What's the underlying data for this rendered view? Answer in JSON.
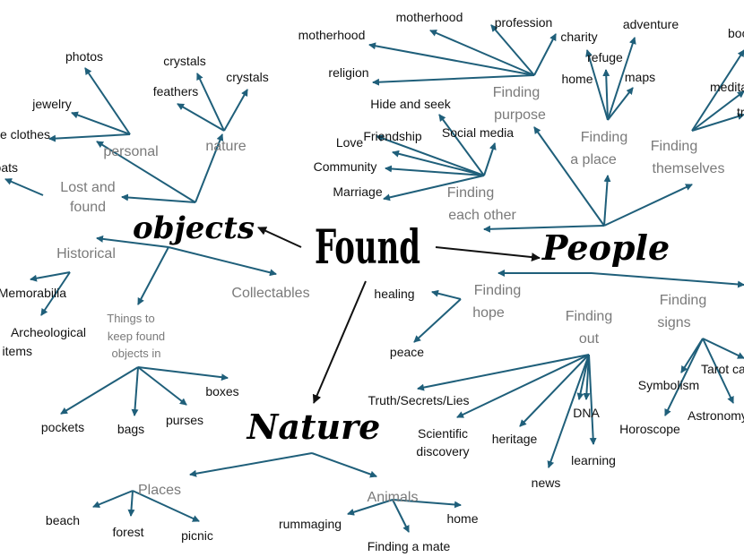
{
  "hub": "Found",
  "categories": {
    "objects": "objects",
    "people": "People",
    "nature": "Nature"
  },
  "objects": {
    "personal": "personal",
    "nature": "nature",
    "lost_found": [
      "Lost and",
      "found"
    ],
    "historical": "Historical",
    "collectables": "Collectables",
    "things": [
      "Things to",
      "keep found",
      "objects in"
    ],
    "leaves": {
      "photos": "photos",
      "jewelry": "jewelry",
      "vintage_clothes": "Vintage clothes",
      "boats": "boats",
      "crystals_a": "crystals",
      "crystals_b": "crystals",
      "feathers": "feathers",
      "memorabilia": "Memorabilia",
      "archeological": [
        "Archeological",
        "items"
      ],
      "pockets": "pockets",
      "bags": "bags",
      "purses": "purses",
      "boxes": "boxes"
    }
  },
  "people": {
    "purpose": [
      "Finding",
      "purpose"
    ],
    "place": [
      "Finding",
      "a place"
    ],
    "themselves": [
      "Finding",
      "themselves"
    ],
    "each_other": [
      "Finding",
      "each other"
    ],
    "hope": [
      "Finding",
      "hope"
    ],
    "out": [
      "Finding",
      "out"
    ],
    "signs": [
      "Finding",
      "signs"
    ],
    "leaves": {
      "motherhood_a": "motherhood",
      "motherhood_b": "motherhood",
      "profession": "profession",
      "religion": "religion",
      "charity": "charity",
      "adventure": "adventure",
      "refuge": "refuge",
      "home": "home",
      "maps": "maps",
      "books": "books",
      "meditation": "meditation",
      "travel": "travel",
      "hide_seek": "Hide and seek",
      "friendship": "Friendship",
      "love": "Love",
      "social_media": "Social media",
      "community": "Community",
      "marriage": "Marriage",
      "healing": "healing",
      "peace": "peace",
      "truth": "Truth/Secrets/Lies",
      "dna": "DNA",
      "scientific": [
        "Scientific",
        "discovery"
      ],
      "heritage": "heritage",
      "learning": "learning",
      "news": "news",
      "symbolism": "Symbolism",
      "tarot": "Tarot cards",
      "horoscope": "Horoscope",
      "astronomy": "Astronomy"
    }
  },
  "nature": {
    "places": "Places",
    "animals": "Animals",
    "leaves": {
      "beach": "beach",
      "forest": "forest",
      "picnic": "picnic",
      "rummaging": "rummaging",
      "home": "home",
      "mate": "Finding a mate"
    }
  },
  "colors": {
    "line": "#1f5f7a",
    "arrow": "#111111",
    "text": "#111111",
    "subtext": "#7a7a7a"
  }
}
